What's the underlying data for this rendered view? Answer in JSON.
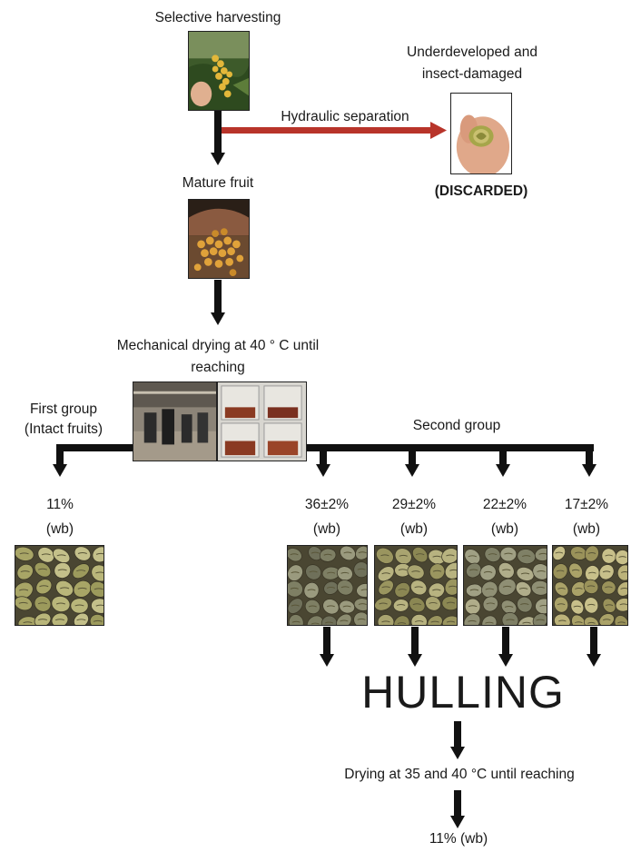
{
  "flow": {
    "step1": "Selective harvesting",
    "separation": "Hydraulic separation",
    "discard_line1": "Underdeveloped and",
    "discard_line2": "insect-damaged",
    "discarded": "(DISCARDED)",
    "step2": "Mature fruit",
    "drying_line1": "Mechanical drying at 40 ° C until",
    "drying_line2": "reaching",
    "first_group_line1": "First group",
    "first_group_line2": "(Intact fruits)",
    "second_group": "Second group",
    "hulling": "HULLING",
    "final_drying": "Drying at 35 and 40 °C until reaching",
    "final_moisture": "11% (wb)"
  },
  "moisture": [
    {
      "value": "11%",
      "unit": "(wb)"
    },
    {
      "value": "36±2%",
      "unit": "(wb)"
    },
    {
      "value": "29±2%",
      "unit": "(wb)"
    },
    {
      "value": "22±2%",
      "unit": "(wb)"
    },
    {
      "value": "17±2%",
      "unit": "(wb)"
    }
  ],
  "colors": {
    "arrow": "#111111",
    "separation_arrow": "#b8342a"
  }
}
